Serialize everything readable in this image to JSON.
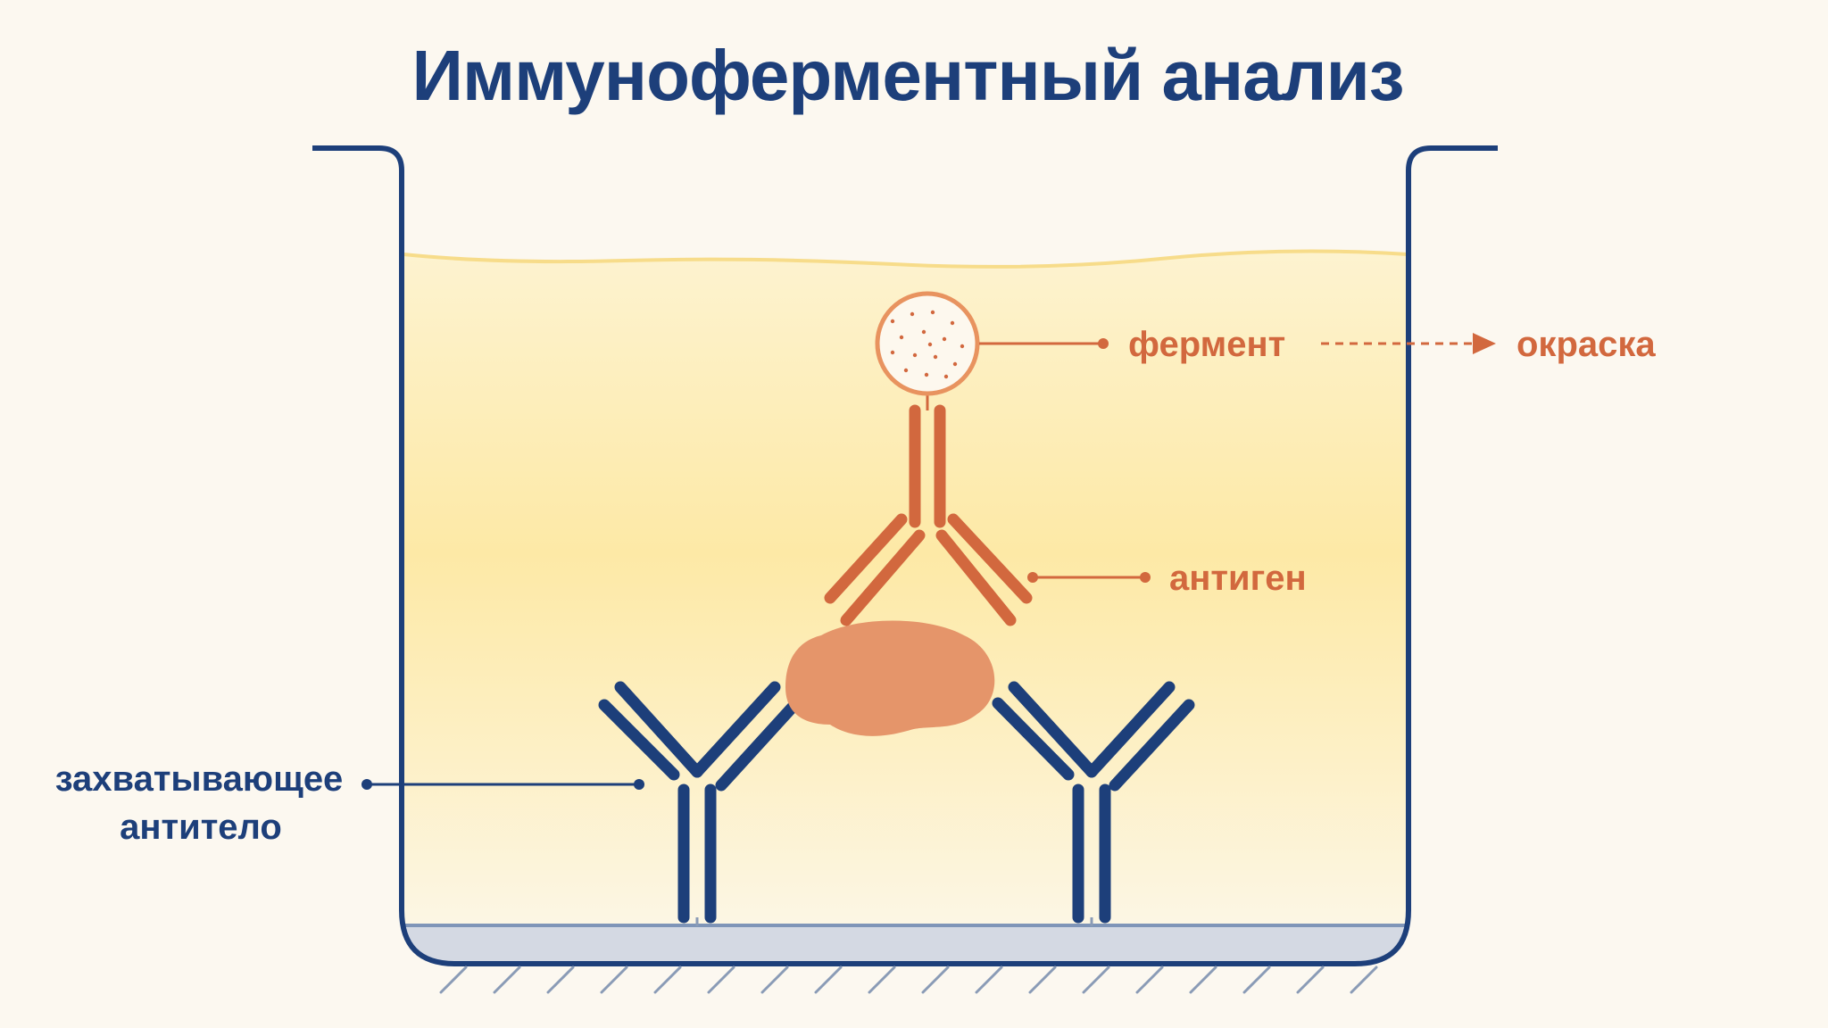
{
  "title": "Иммуноферментный анализ",
  "labels": {
    "enzyme": "фермент",
    "color": "окраска",
    "antigen": "антиген",
    "capture_line1": "захватывающее",
    "capture_line2": "антитело"
  },
  "colors": {
    "navy": "#1d3f7a",
    "orange": "#d2683e",
    "antigen_fill": "#e5956a",
    "liquid": "#fde9a6",
    "background": "#fcf8f0",
    "well_bottom": "#d4d9e3"
  }
}
